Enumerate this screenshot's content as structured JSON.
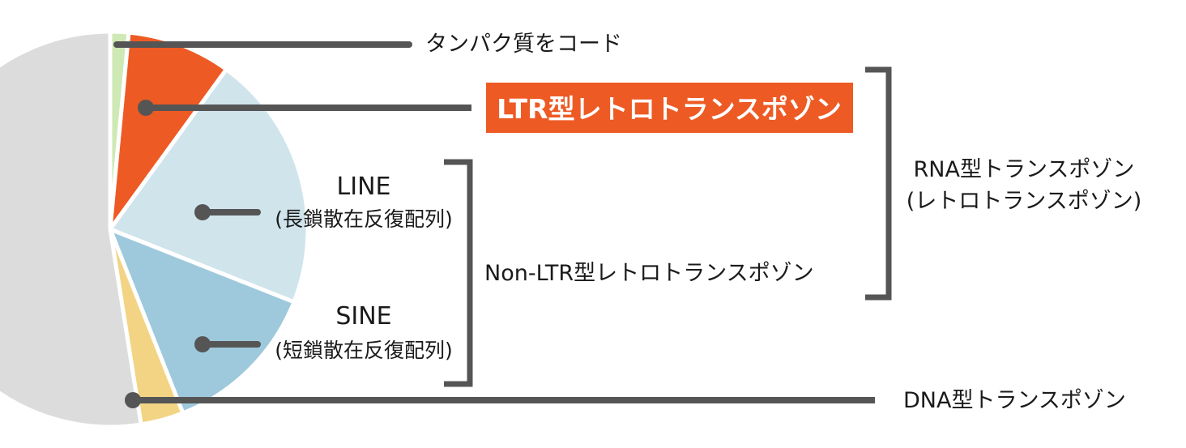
{
  "chart_data": {
    "type": "pie",
    "title": "",
    "slices": [
      {
        "key": "protein",
        "value": 1.5,
        "color": "#cfe9b4",
        "label": "タンパク質をコード"
      },
      {
        "key": "ltr",
        "value": 8.5,
        "color": "#ee5a24",
        "label": "LTR型レトロトランスポゾン"
      },
      {
        "key": "line",
        "value": 21,
        "color": "#d0e4ec",
        "label": "LINE",
        "sublabel": "(長鎖散在反復配列)"
      },
      {
        "key": "sine",
        "value": 13,
        "color": "#9ec9dc",
        "label": "SINE",
        "sublabel": "(短鎖散在反復配列)"
      },
      {
        "key": "dna",
        "value": 3.5,
        "color": "#f2d484",
        "label": "DNA型トランスポゾン"
      },
      {
        "key": "other",
        "value": 52.5,
        "color": "#dcdcdc",
        "label": ""
      }
    ],
    "groups": {
      "non_ltr": "Non-LTR型レトロトランスポゾン",
      "rna_line1": "RNA型トランスポゾン",
      "rna_line2": "(レトロトランスポゾン)"
    }
  }
}
